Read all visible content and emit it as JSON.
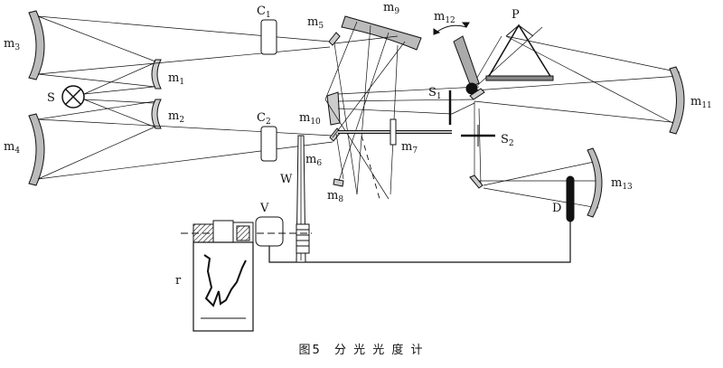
{
  "labels": {
    "m1": {
      "main": "m",
      "sub": "1"
    },
    "m2": {
      "main": "m",
      "sub": "2"
    },
    "m3": {
      "main": "m",
      "sub": "3"
    },
    "m4": {
      "main": "m",
      "sub": "4"
    },
    "m5": {
      "main": "m",
      "sub": "5"
    },
    "m6": {
      "main": "m",
      "sub": "6"
    },
    "m7": {
      "main": "m",
      "sub": "7"
    },
    "m8": {
      "main": "m",
      "sub": "8"
    },
    "m9": {
      "main": "m",
      "sub": "9"
    },
    "m10": {
      "main": "m",
      "sub": "10"
    },
    "m11": {
      "main": "m",
      "sub": "11"
    },
    "m12": {
      "main": "m",
      "sub": "12"
    },
    "m13": {
      "main": "m",
      "sub": "13"
    },
    "C1": {
      "main": "C",
      "sub": "1"
    },
    "C2": {
      "main": "C",
      "sub": "2"
    },
    "S1": {
      "main": "S",
      "sub": "1"
    },
    "S2": {
      "main": "S",
      "sub": "2"
    },
    "S": "S",
    "P": "P",
    "D": "D",
    "W": "W",
    "V": "V",
    "r": "r"
  },
  "caption": {
    "figure": "图5",
    "title": "分 光 光 度 计"
  },
  "colors": {
    "ink": "#111111",
    "background": "#ffffff"
  }
}
